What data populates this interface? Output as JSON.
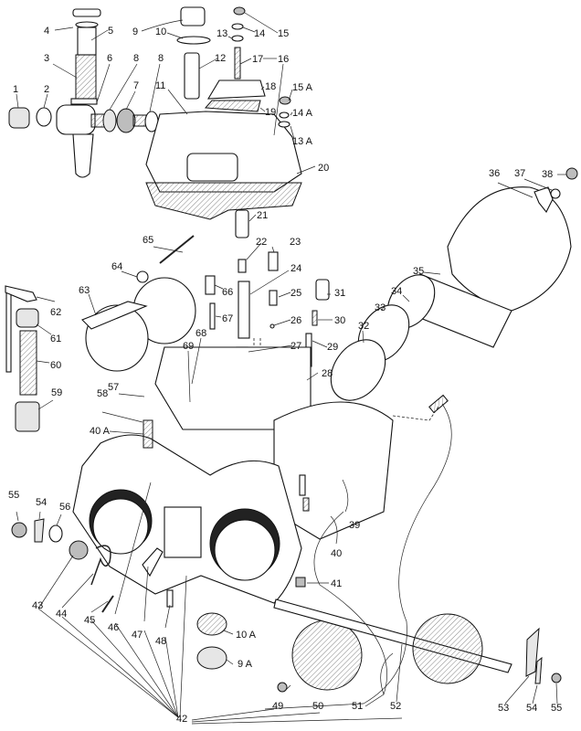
{
  "diagram": {
    "type": "exploded-view parts diagram",
    "subject": "twin-choke carburettor",
    "labels": [
      {
        "id": "1",
        "text": "1",
        "part": "banjo-union-bolt"
      },
      {
        "id": "2",
        "text": "2",
        "part": "washer"
      },
      {
        "id": "3",
        "text": "3",
        "part": "fuel-filter"
      },
      {
        "id": "4",
        "text": "4",
        "part": "filter-cap-washer"
      },
      {
        "id": "5",
        "text": "5",
        "part": "filter-plug"
      },
      {
        "id": "6",
        "text": "6",
        "part": "banjo-union"
      },
      {
        "id": "7",
        "text": "7",
        "part": "union-nut"
      },
      {
        "id": "8a",
        "text": "8",
        "part": "washer"
      },
      {
        "id": "8b",
        "text": "8",
        "part": "washer"
      },
      {
        "id": "9",
        "text": "9",
        "part": "inspection-plug"
      },
      {
        "id": "10",
        "text": "10",
        "part": "plug-gasket"
      },
      {
        "id": "11",
        "text": "11",
        "part": "gasket"
      },
      {
        "id": "12",
        "text": "12",
        "part": "needle-valve"
      },
      {
        "id": "13",
        "text": "13",
        "part": "washer"
      },
      {
        "id": "14",
        "text": "14",
        "part": "spring-washer"
      },
      {
        "id": "15",
        "text": "15",
        "part": "nut"
      },
      {
        "id": "16",
        "text": "16",
        "part": "carburettor-cover"
      },
      {
        "id": "17",
        "text": "17",
        "part": "stud"
      },
      {
        "id": "18",
        "text": "18",
        "part": "float-chamber-cover"
      },
      {
        "id": "19",
        "text": "19",
        "part": "cover-gasket"
      },
      {
        "id": "13A",
        "text": "13 A",
        "part": "washer"
      },
      {
        "id": "14A",
        "text": "14 A",
        "part": "spring-washer"
      },
      {
        "id": "15A",
        "text": "15 A",
        "part": "nut"
      },
      {
        "id": "20",
        "text": "20",
        "part": "cover-gasket"
      },
      {
        "id": "21",
        "text": "21",
        "part": "pump-jet-holder"
      },
      {
        "id": "22",
        "text": "22",
        "part": "pump-jet"
      },
      {
        "id": "23",
        "text": "23",
        "part": "jet-holder"
      },
      {
        "id": "24",
        "text": "24",
        "part": "emulsion-tube"
      },
      {
        "id": "25",
        "text": "25",
        "part": "air-corrector-jet"
      },
      {
        "id": "26",
        "text": "26",
        "part": "ball"
      },
      {
        "id": "27",
        "text": "27",
        "part": "main-jet"
      },
      {
        "id": "28",
        "text": "28",
        "part": "washer"
      },
      {
        "id": "29",
        "text": "29",
        "part": "idle-jet"
      },
      {
        "id": "30",
        "text": "30",
        "part": "spring"
      },
      {
        "id": "31",
        "text": "31",
        "part": "idle-mixture-screw"
      },
      {
        "id": "32",
        "text": "32",
        "part": "auxiliary-venturi"
      },
      {
        "id": "33",
        "text": "33",
        "part": "venturi"
      },
      {
        "id": "34",
        "text": "34",
        "part": "main-venturi"
      },
      {
        "id": "35",
        "text": "35",
        "part": "air-trumpet"
      },
      {
        "id": "36",
        "text": "36",
        "part": "retaining-plate"
      },
      {
        "id": "37",
        "text": "37",
        "part": "spring-washer"
      },
      {
        "id": "38",
        "text": "38",
        "part": "nut"
      },
      {
        "id": "39",
        "text": "39",
        "part": "screw"
      },
      {
        "id": "40",
        "text": "40",
        "part": "spring"
      },
      {
        "id": "40A",
        "text": "40 A",
        "part": "spring"
      },
      {
        "id": "41",
        "text": "41",
        "part": "plug"
      },
      {
        "id": "42",
        "text": "42",
        "part": "carburettor-body"
      },
      {
        "id": "43",
        "text": "43",
        "part": "bush"
      },
      {
        "id": "44",
        "text": "44",
        "part": "return-spring"
      },
      {
        "id": "45",
        "text": "45",
        "part": "pin"
      },
      {
        "id": "46",
        "text": "46",
        "part": "lever"
      },
      {
        "id": "47",
        "text": "47",
        "part": "pump-lever"
      },
      {
        "id": "48",
        "text": "48",
        "part": "screw"
      },
      {
        "id": "10A",
        "text": "10 A",
        "part": "gasket"
      },
      {
        "id": "9A",
        "text": "9 A",
        "part": "plug"
      },
      {
        "id": "49",
        "text": "49",
        "part": "screw"
      },
      {
        "id": "50",
        "text": "50",
        "part": "throttle-disc"
      },
      {
        "id": "51",
        "text": "51",
        "part": "throttle-disc"
      },
      {
        "id": "52",
        "text": "52",
        "part": "throttle-spindle"
      },
      {
        "id": "53",
        "text": "53",
        "part": "throttle-lever"
      },
      {
        "id": "54b",
        "text": "54",
        "part": "tab-washer"
      },
      {
        "id": "55b",
        "text": "55",
        "part": "nut"
      },
      {
        "id": "55",
        "text": "55",
        "part": "nut"
      },
      {
        "id": "54",
        "text": "54",
        "part": "tab-washer"
      },
      {
        "id": "56",
        "text": "56",
        "part": "washer"
      },
      {
        "id": "57",
        "text": "57",
        "part": "pump-valve"
      },
      {
        "id": "58",
        "text": "58",
        "part": "screw"
      },
      {
        "id": "59",
        "text": "59",
        "part": "pump-piston"
      },
      {
        "id": "60",
        "text": "60",
        "part": "pump-spring"
      },
      {
        "id": "61",
        "text": "61",
        "part": "spring-retainer"
      },
      {
        "id": "62",
        "text": "62",
        "part": "pump-rod"
      },
      {
        "id": "63",
        "text": "63",
        "part": "float"
      },
      {
        "id": "64",
        "text": "64",
        "part": "washer"
      },
      {
        "id": "65",
        "text": "65",
        "part": "float-pin"
      },
      {
        "id": "66",
        "text": "66",
        "part": "starter-jet"
      },
      {
        "id": "67",
        "text": "67",
        "part": "stud"
      },
      {
        "id": "68",
        "text": "68",
        "part": "gasket"
      },
      {
        "id": "69",
        "text": "69",
        "part": "stud"
      }
    ]
  }
}
